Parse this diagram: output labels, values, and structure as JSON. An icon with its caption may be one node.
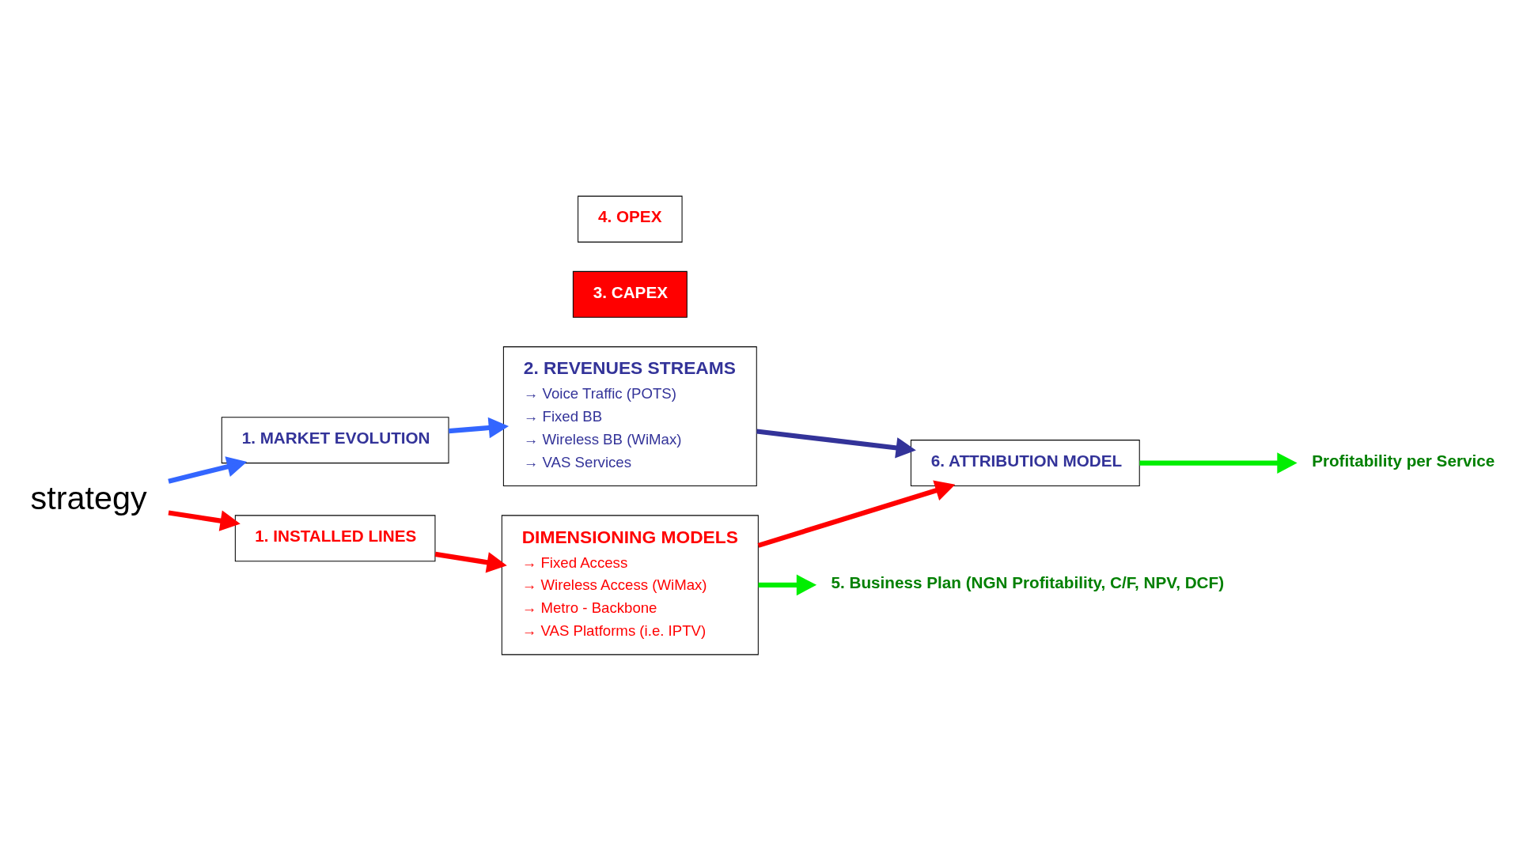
{
  "diagram": {
    "nodes": [
      {
        "text": [
          "1. MARKET EVOLUTION"
        ]
      },
      {
        "text": [
          "2. REVENUES STREAMS",
          "→ Voice Traffic (POTS)",
          "→ Fixed BB",
          "→ Wireless BB (WiMax)",
          "→ VAS Services"
        ]
      },
      {
        "text": [
          "strategy"
        ]
      },
      {
        "text": [
          "1. INSTALLED LINES"
        ]
      },
      {
        "text": [
          "3. CAPEX"
        ]
      },
      {
        "text": [
          "4. OPEX"
        ]
      },
      {
        "text": [
          "DIMENSIONING MODELS",
          "→ Fixed Access",
          "→ Wireless Access (WiMax)",
          "→ Metro - Backbone",
          "→ VAS Platforms (i.e. IPTV)"
        ]
      },
      {
        "text": [
          "6. ATTRIBUTION MODEL"
        ]
      },
      {
        "text": [
          "Profitability per Service"
        ]
      },
      {
        "text": [
          "5. Business Plan (NGN Profitability, C/F, NPV, DCF)"
        ]
      }
    ],
    "edges": [
      {
        "from": 2,
        "to": 0,
        "arrow": "to",
        "color": "#3366ff"
      },
      {
        "from": 2,
        "to": 3,
        "arrow": "to",
        "color": "#ff0000"
      },
      {
        "from": 0,
        "to": 1,
        "arrow": "to",
        "color": "#3366ff"
      },
      {
        "from": 3,
        "to": 6,
        "arrow": "to",
        "color": "#ff0000"
      },
      {
        "from": 1,
        "to": 7,
        "arrow": "to",
        "color": "#333399"
      },
      {
        "from": 6,
        "to": 7,
        "arrow": "to",
        "color": "#ff0000"
      },
      {
        "from": 7,
        "to": 8,
        "arrow": "to",
        "color": "#00ee00"
      },
      {
        "from": 6,
        "to": 9,
        "arrow": "to",
        "color": "#00ee00"
      }
    ]
  }
}
